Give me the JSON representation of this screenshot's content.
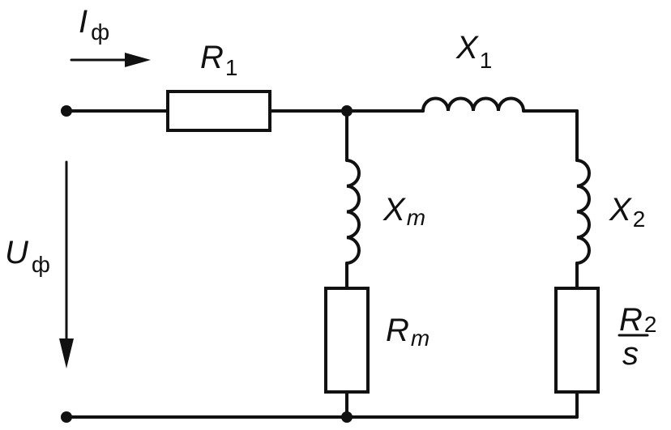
{
  "labels": {
    "current": {
      "symbol": "I",
      "sub": "ф"
    },
    "voltage": {
      "symbol": "U",
      "sub": "ф"
    },
    "r1": {
      "symbol": "R",
      "sub": "1"
    },
    "x1": {
      "symbol": "X",
      "sub": "1"
    },
    "xm": {
      "symbol": "X",
      "sub": "m"
    },
    "rm": {
      "symbol": "R",
      "sub": "m"
    },
    "x2": {
      "symbol": "X",
      "sub": "2"
    },
    "r2s": {
      "numerator": "R",
      "sub": "2",
      "denominator": "s"
    }
  },
  "colors": {
    "ink": "#111111",
    "background": "#ffffff"
  }
}
